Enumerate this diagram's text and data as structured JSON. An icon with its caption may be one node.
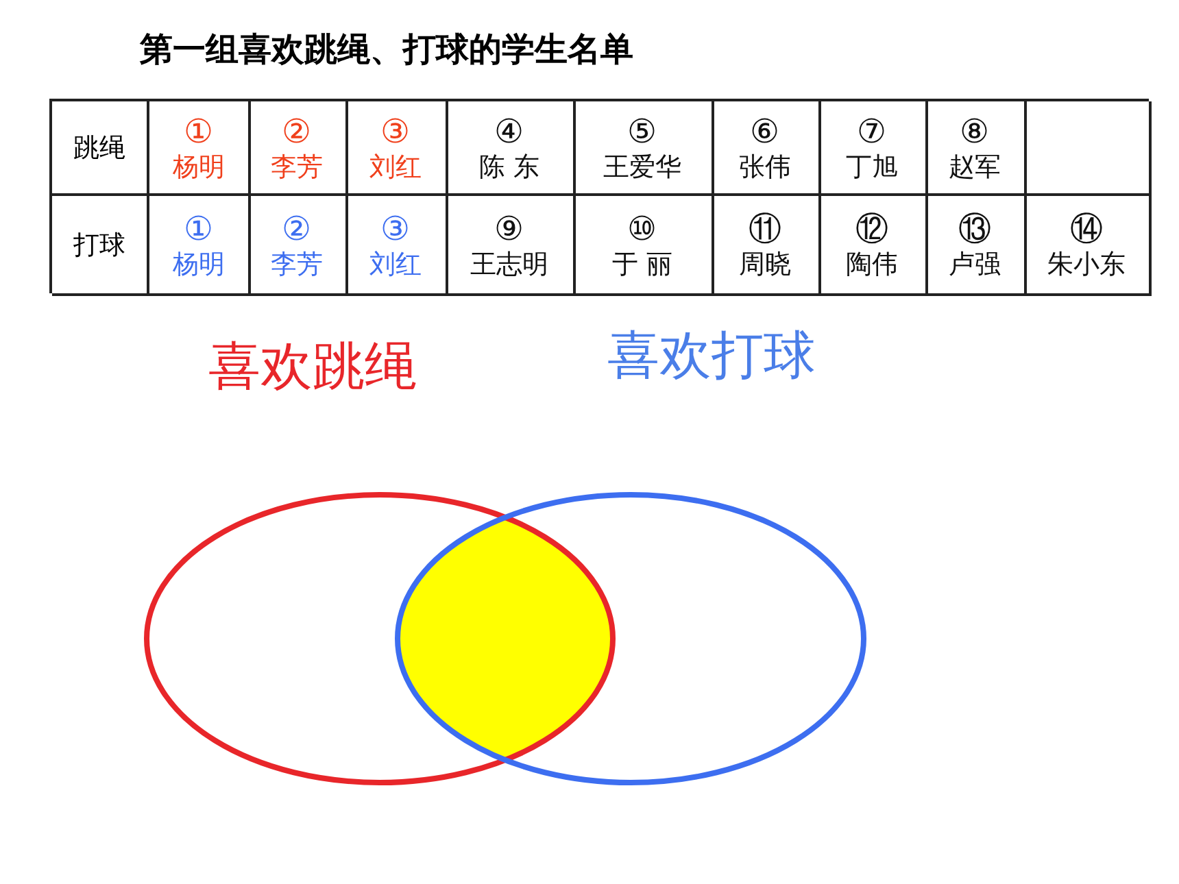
{
  "diagram": {
    "title": "第一组喜欢跳绳、打球的学生名单",
    "nodes": [
      {
        "text": [
          "喜欢跳绳"
        ]
      },
      {
        "text": [
          "喜欢打球"
        ]
      },
      {
        "text": [],
        "shape": "lens"
      }
    ],
    "labels": [
      "跳绳",
      "①",
      "杨明",
      "②",
      "李芳",
      "③",
      "刘红",
      "④",
      "陈 东",
      "⑤",
      "王爱华",
      "⑥",
      "张伟",
      "⑦",
      "丁旭",
      "⑧",
      "赵军",
      "打球",
      "①",
      "杨明",
      "②",
      "李芳",
      "③",
      "刘红",
      "⑨",
      "王志明",
      "⑩",
      "于 丽",
      "⑪",
      "周晓",
      "⑫",
      "陶伟",
      "⑬",
      "卢强",
      "⑭",
      "朱小东"
    ]
  }
}
